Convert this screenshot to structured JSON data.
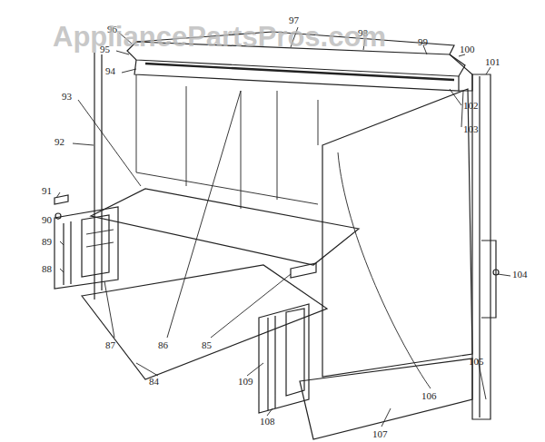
{
  "diagram": {
    "labels": [
      "AppliancePartsPros.com",
      "96",
      "95",
      "94",
      "93",
      "92",
      "91",
      "90",
      "89",
      "88",
      "87",
      "86",
      "85",
      "84",
      "97",
      "98",
      "99",
      "100",
      "101",
      "102",
      "103",
      "104",
      "105",
      "106",
      "107",
      "108",
      "109"
    ]
  }
}
